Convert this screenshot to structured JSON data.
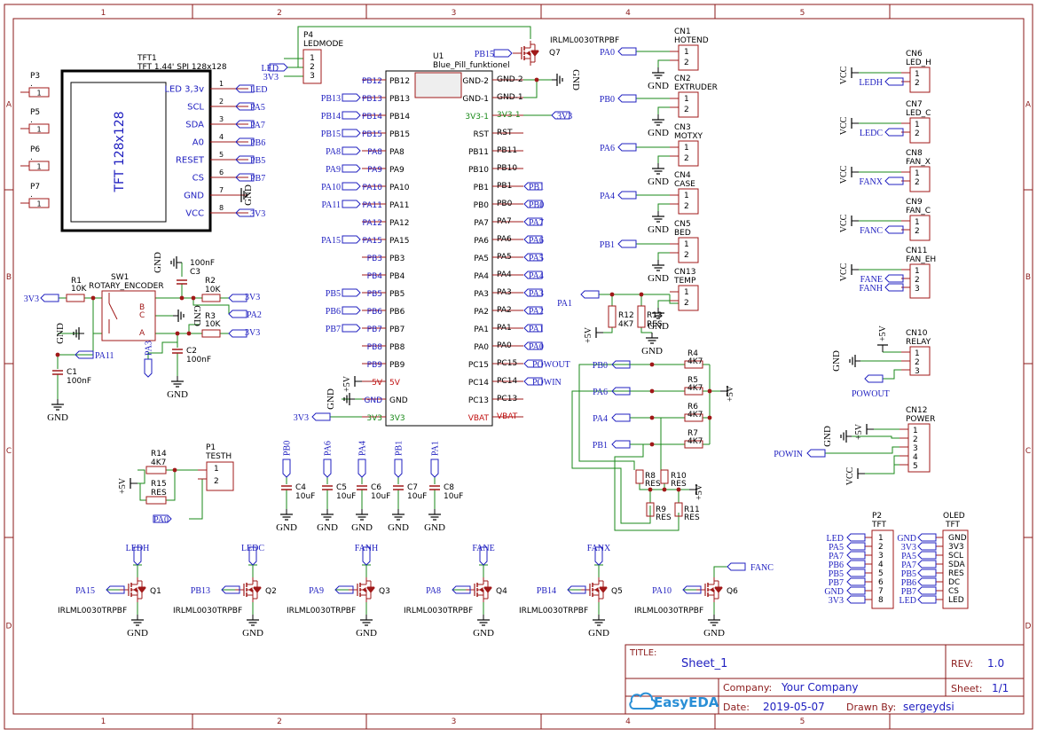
{
  "frame": {
    "columns": [
      "1",
      "2",
      "3",
      "4",
      "5"
    ],
    "rows": [
      "A",
      "B",
      "C",
      "D"
    ]
  },
  "title_block": {
    "title_label": "TITLE:",
    "title": "Sheet_1",
    "rev_label": "REV:",
    "rev": "1.0",
    "company_label": "Company:",
    "company": "Your Company",
    "sheet_label": "Sheet:",
    "sheet": "1/1",
    "date_label": "Date:",
    "date": "2019-05-07",
    "drawn_label": "Drawn By:",
    "drawn_by": "sergeydsi",
    "logo": "EasyEDA"
  },
  "tft": {
    "ref": "TFT1",
    "value": "TFT 1.44' SPI 128x128",
    "body": "TFT 128x128",
    "pins": [
      {
        "num": "1",
        "name": "LED 3,3v",
        "net": "LED"
      },
      {
        "num": "2",
        "name": "SCL",
        "net": "PA5"
      },
      {
        "num": "3",
        "name": "SDA",
        "net": "PA7"
      },
      {
        "num": "4",
        "name": "A0",
        "net": "PB6"
      },
      {
        "num": "5",
        "name": "RESET",
        "net": "PB5"
      },
      {
        "num": "6",
        "name": "CS",
        "net": "PB7"
      },
      {
        "num": "7",
        "name": "GND",
        "net": "GND"
      },
      {
        "num": "8",
        "name": "VCC",
        "net": "3V3"
      }
    ]
  },
  "test_points": [
    {
      "ref": "P3",
      "val": ".",
      "pin": "1"
    },
    {
      "ref": "P5",
      "val": ".",
      "pin": "1"
    },
    {
      "ref": "P6",
      "val": ".",
      "pin": "1"
    },
    {
      "ref": "P7",
      "val": ".",
      "pin": "1"
    }
  ],
  "p4": {
    "ref": "P4",
    "value": "LEDMODE",
    "nets": [
      "LED",
      "3V3"
    ],
    "pins": [
      "1",
      "2",
      "3"
    ]
  },
  "mcu": {
    "ref": "U1",
    "value": "Blue_Pill_funktionel",
    "left": [
      {
        "pin": "PB12",
        "net": "PB12"
      },
      {
        "pin": "PB13",
        "net": "PB13"
      },
      {
        "pin": "PB14",
        "net": "PB14"
      },
      {
        "pin": "PB15",
        "net": "PB15"
      },
      {
        "pin": "PA8",
        "net": "PA8"
      },
      {
        "pin": "PA9",
        "net": "PA9"
      },
      {
        "pin": "PA10",
        "net": "PA10"
      },
      {
        "pin": "PA11",
        "net": "PA11"
      },
      {
        "pin": "PA12",
        "net": "PA12"
      },
      {
        "pin": "PA15",
        "net": "PA15"
      },
      {
        "pin": "PB3",
        "net": "PB3"
      },
      {
        "pin": "PB4",
        "net": "PB4"
      },
      {
        "pin": "PB5",
        "net": "PB5"
      },
      {
        "pin": "PB6",
        "net": "PB6"
      },
      {
        "pin": "PB7",
        "net": "PB7"
      },
      {
        "pin": "PB8",
        "net": "PB8"
      },
      {
        "pin": "PB9",
        "net": "PB9"
      },
      {
        "pin": "5V",
        "net": "5V"
      },
      {
        "pin": "GND",
        "net": "GND"
      },
      {
        "pin": "3V3",
        "net": "3V3"
      }
    ],
    "right": [
      {
        "pin": "GND-2",
        "net": "GND-2"
      },
      {
        "pin": "GND-1",
        "net": "GND-1"
      },
      {
        "pin": "3V3-1",
        "net": "3V3-1"
      },
      {
        "pin": "RST",
        "net": "RST"
      },
      {
        "pin": "PB11",
        "net": "PB11"
      },
      {
        "pin": "PB10",
        "net": "PB10"
      },
      {
        "pin": "PB1",
        "net": "PB1"
      },
      {
        "pin": "PB0",
        "net": "PB0"
      },
      {
        "pin": "PA7",
        "net": "PA7"
      },
      {
        "pin": "PA6",
        "net": "PA6"
      },
      {
        "pin": "PA5",
        "net": "PA5"
      },
      {
        "pin": "PA4",
        "net": "PA4"
      },
      {
        "pin": "PA3",
        "net": "PA3"
      },
      {
        "pin": "PA2",
        "net": "PA2"
      },
      {
        "pin": "PA1",
        "net": "PA1"
      },
      {
        "pin": "PA0",
        "net": "PA0"
      },
      {
        "pin": "PC15",
        "net": "PC15"
      },
      {
        "pin": "PC14",
        "net": "PC14"
      },
      {
        "pin": "PC13",
        "net": "PC13"
      },
      {
        "pin": "VBAT",
        "net": "VBAT"
      }
    ],
    "left_flags": [
      "PB13",
      "PB14",
      "PB15",
      "PA8",
      "PA9",
      "PA10",
      "PA11",
      "PA15",
      "PB5",
      "PB6",
      "PB7",
      "+5V",
      "3V3"
    ],
    "right_flags": [
      "3V3",
      "PB1",
      "PB0",
      "PA7",
      "PA6",
      "PA5",
      "PA4",
      "PA3",
      "PA2",
      "PA1",
      "PA0",
      "POWOUT",
      "POWIN"
    ]
  },
  "q7": {
    "ref": "Q7",
    "value": "IRLML0030TRPBF",
    "net": "PB15"
  },
  "nets": {
    "gnd": "GND",
    "v33": "3V3",
    "v5": "+5V",
    "vcc": "VCC"
  },
  "connectors_mid": [
    {
      "ref": "CN1",
      "value": "HOTEND",
      "net": "PA0"
    },
    {
      "ref": "CN2",
      "value": "EXTRUDER",
      "net": "PB0"
    },
    {
      "ref": "CN3",
      "value": "MOTXY",
      "net": "PA6"
    },
    {
      "ref": "CN4",
      "value": "CASE",
      "net": "PA4"
    },
    {
      "ref": "CN5",
      "value": "BED",
      "net": "PB1"
    },
    {
      "ref": "CN13",
      "value": "TEMP",
      "net": "PA1"
    }
  ],
  "r12": {
    "ref": "R12",
    "value": "4K7"
  },
  "r13": {
    "ref": "R13",
    "value": "RES"
  },
  "dividers": [
    {
      "net": "PB0",
      "ref": "R4",
      "value": "4K7"
    },
    {
      "net": "PA6",
      "ref": "R5",
      "value": "4K7"
    },
    {
      "net": "PA4",
      "ref": "R6",
      "value": "4K7"
    },
    {
      "net": "PB1",
      "ref": "R7",
      "value": "4K7"
    }
  ],
  "bottom_res": [
    {
      "ref": "R8",
      "value": "RES"
    },
    {
      "ref": "R10",
      "value": "RES"
    },
    {
      "ref": "R9",
      "value": "RES"
    },
    {
      "ref": "R11",
      "value": "RES"
    }
  ],
  "connectors_right": [
    {
      "ref": "CN6",
      "value": "LED_H",
      "nets": [
        "VCC",
        "LEDH"
      ],
      "pins": [
        "1",
        "2"
      ]
    },
    {
      "ref": "CN7",
      "value": "LED_C",
      "nets": [
        "VCC",
        "LEDC"
      ],
      "pins": [
        "1",
        "2"
      ]
    },
    {
      "ref": "CN8",
      "value": "FAN_X",
      "nets": [
        "VCC",
        "FANX"
      ],
      "pins": [
        "1",
        "2"
      ]
    },
    {
      "ref": "CN9",
      "value": "FAN_C",
      "nets": [
        "VCC",
        "FANC"
      ],
      "pins": [
        "1",
        "2"
      ]
    },
    {
      "ref": "CN11",
      "value": "FAN_EH",
      "nets": [
        "VCC",
        "FANE",
        "FANH"
      ],
      "pins": [
        "1",
        "2",
        "3"
      ]
    }
  ],
  "cn10": {
    "ref": "CN10",
    "value": "RELAY",
    "nets": [
      "+5V",
      "GND",
      "POWOUT"
    ],
    "pins": [
      "1",
      "2",
      "3"
    ]
  },
  "cn12": {
    "ref": "CN12",
    "value": "POWER",
    "nets": [
      "+5V",
      "GND",
      "POWIN",
      "VCC"
    ],
    "pins": [
      "1",
      "2",
      "3",
      "4",
      "5"
    ]
  },
  "encoder": {
    "ref": "SW1",
    "value": "ROTARY_ENCODER",
    "r1": {
      "ref": "R1",
      "value": "10K"
    },
    "r2": {
      "ref": "R2",
      "value": "10K"
    },
    "r3": {
      "ref": "R3",
      "value": "10K"
    },
    "c1": {
      "ref": "C1",
      "value": "100nF"
    },
    "c2": {
      "ref": "C2",
      "value": "100nF"
    },
    "c3": {
      "ref": "C3",
      "value": "100nF"
    },
    "pins": [
      "B",
      "C",
      "A"
    ],
    "nets": [
      "3V3",
      "PA2",
      "PA11",
      "PA3"
    ]
  },
  "testh": {
    "ref": "P1",
    "value": "TESTH",
    "r14": {
      "ref": "R14",
      "value": "4K7"
    },
    "r15": {
      "ref": "R15",
      "value": "RES"
    },
    "net": "PA0",
    "pins": [
      "1",
      "2"
    ]
  },
  "caps": [
    {
      "ref": "C4",
      "value": "10uF",
      "net": "PB0"
    },
    {
      "ref": "C5",
      "value": "10uF",
      "net": "PA6"
    },
    {
      "ref": "C6",
      "value": "10uF",
      "net": "PA4"
    },
    {
      "ref": "C7",
      "value": "10uF",
      "net": "PB1"
    },
    {
      "ref": "C8",
      "value": "10uF",
      "net": "PA1"
    }
  ],
  "fets": [
    {
      "ref": "Q1",
      "value": "IRLML0030TRPBF",
      "gate": "PA15",
      "drain": "LEDH"
    },
    {
      "ref": "Q2",
      "value": "IRLML0030TRPBF",
      "gate": "PB13",
      "drain": "LEDC"
    },
    {
      "ref": "Q3",
      "value": "IRLML0030TRPBF",
      "gate": "PA9",
      "drain": "FANH"
    },
    {
      "ref": "Q4",
      "value": "IRLML0030TRPBF",
      "gate": "PA8",
      "drain": "FANE"
    },
    {
      "ref": "Q5",
      "value": "IRLML0030TRPBF",
      "gate": "PB14",
      "drain": "FANX"
    },
    {
      "ref": "Q6",
      "value": "IRLML0030TRPBF",
      "gate": "PA10",
      "drain": "FANC"
    }
  ],
  "p2": {
    "ref": "P2",
    "value": "TFT",
    "nets": [
      "LED",
      "PA5",
      "PA7",
      "PB6",
      "PB5",
      "PB7",
      "GND",
      "3V3"
    ],
    "pins": [
      "1",
      "2",
      "3",
      "4",
      "5",
      "6",
      "7",
      "8"
    ]
  },
  "oled": {
    "ref": "OLED",
    "value": "TFT",
    "nets": [
      "GND",
      "3V3",
      "PA5",
      "PA7",
      "PB5",
      "PB6",
      "PB7",
      "LED"
    ],
    "pins": [
      "GND",
      "3V3",
      "SCL",
      "SDA",
      "RES",
      "DC",
      "CS",
      "LED"
    ]
  }
}
